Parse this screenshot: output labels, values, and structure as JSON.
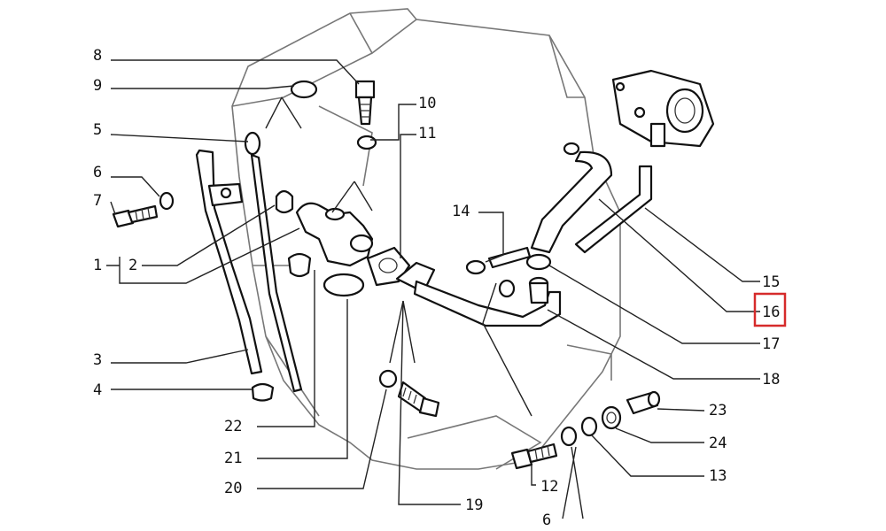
{
  "labels": {
    "l1": "1",
    "l2": "2",
    "l3": "3",
    "l4": "4",
    "l5": "5",
    "l6a": "6",
    "l6b": "6",
    "l7": "7",
    "l8": "8",
    "l9": "9",
    "l10": "10",
    "l11": "11",
    "l12": "12",
    "l13": "13",
    "l14": "14",
    "l15": "15",
    "l16": "16",
    "l17": "17",
    "l18": "18",
    "l19": "19",
    "l20": "20",
    "l21": "21",
    "l22": "22",
    "l23": "23",
    "l24": "24"
  },
  "highlight": {
    "label": "16",
    "color": "#d62b2b"
  }
}
